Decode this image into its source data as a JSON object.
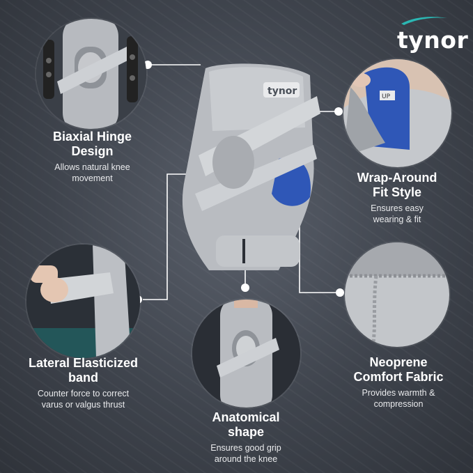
{
  "brand": {
    "logo_text": "tynor",
    "accent": "#2bb7b3"
  },
  "product": {
    "brace_logo_text": "tynor",
    "up_tag": "UP"
  },
  "features": [
    {
      "title_line1": "Biaxial Hinge",
      "title_line2": "Design",
      "desc_line1": "Allows natural knee",
      "desc_line2": "movement"
    },
    {
      "title_line1": "Wrap-Around",
      "title_line2": "Fit Style",
      "desc_line1": "Ensures easy",
      "desc_line2": "wearing & fit"
    },
    {
      "title_line1": "Lateral Elasticized",
      "title_line2": "band",
      "desc_line1": "Counter force to correct",
      "desc_line2": "varus or valgus thrust"
    },
    {
      "title_line1": "Anatomical",
      "title_line2": "shape",
      "desc_line1": "Ensures good grip",
      "desc_line2": "around the knee"
    },
    {
      "title_line1": "Neoprene",
      "title_line2": "Comfort Fabric",
      "desc_line1": "Provides warmth &",
      "desc_line2": "compression"
    }
  ],
  "colors": {
    "brace_gray": "#b9bcc1",
    "strap_gray": "#c9ccd0",
    "blue_pad": "#2f57b7",
    "background": "#3f444d"
  }
}
